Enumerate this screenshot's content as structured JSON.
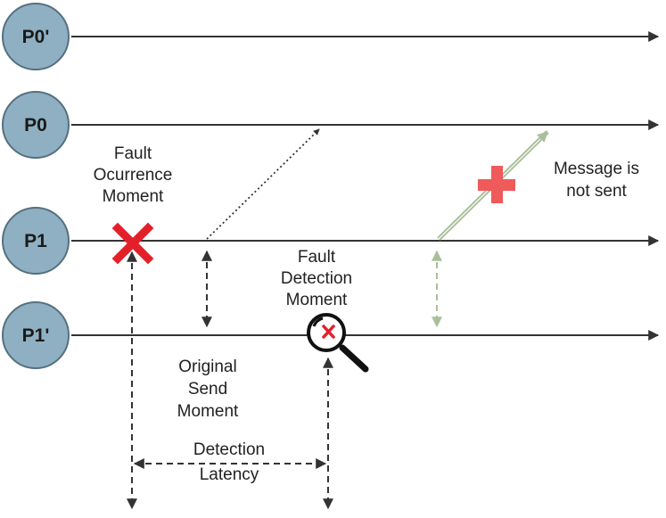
{
  "processes": [
    {
      "id": "p0-prime",
      "label": "P0'"
    },
    {
      "id": "p0",
      "label": "P0"
    },
    {
      "id": "p1",
      "label": "P1"
    },
    {
      "id": "p1-prime",
      "label": "P1'"
    }
  ],
  "annotations": {
    "fault_occurrence": [
      "Fault",
      "Ocurrence",
      "Moment"
    ],
    "fault_detection": [
      "Fault",
      "Detection",
      "Moment"
    ],
    "message_not_sent": [
      "Message is",
      "not sent"
    ],
    "original_send": [
      "Original",
      "Send",
      "Moment"
    ],
    "detection_latency": [
      "Detection",
      "Latency"
    ]
  },
  "colors": {
    "node_fill": "#8fb0c2",
    "node_stroke": "#55707f",
    "line": "#333333",
    "fault_mark": "#e3202a",
    "blocked_message": "#a9bf9a",
    "blocked_plus": "#ef5a5a"
  },
  "icons": {
    "fault": "x-mark-icon",
    "detection": "magnifier-icon",
    "blocked": "plus-icon"
  }
}
